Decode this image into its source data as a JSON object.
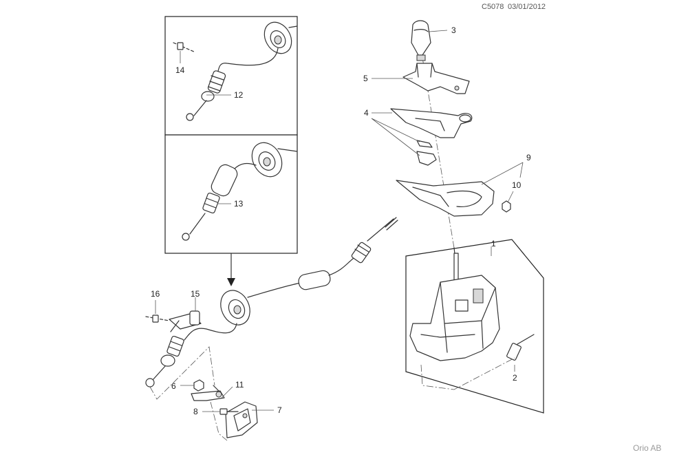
{
  "header": {
    "code": "C5078",
    "date": "03/01/2012"
  },
  "footer": {
    "brand": "Orio AB"
  },
  "callouts": [
    {
      "id": "c1",
      "label": "1"
    },
    {
      "id": "c2",
      "label": "2"
    },
    {
      "id": "c3",
      "label": "3"
    },
    {
      "id": "c4",
      "label": "4"
    },
    {
      "id": "c5",
      "label": "5"
    },
    {
      "id": "c6",
      "label": "6"
    },
    {
      "id": "c7",
      "label": "7"
    },
    {
      "id": "c8",
      "label": "8"
    },
    {
      "id": "c9",
      "label": "9"
    },
    {
      "id": "c10",
      "label": "10"
    },
    {
      "id": "c11",
      "label": "11"
    },
    {
      "id": "c12",
      "label": "12"
    },
    {
      "id": "c13",
      "label": "13"
    },
    {
      "id": "c14",
      "label": "14"
    },
    {
      "id": "c15",
      "label": "15"
    },
    {
      "id": "c16",
      "label": "16"
    }
  ]
}
